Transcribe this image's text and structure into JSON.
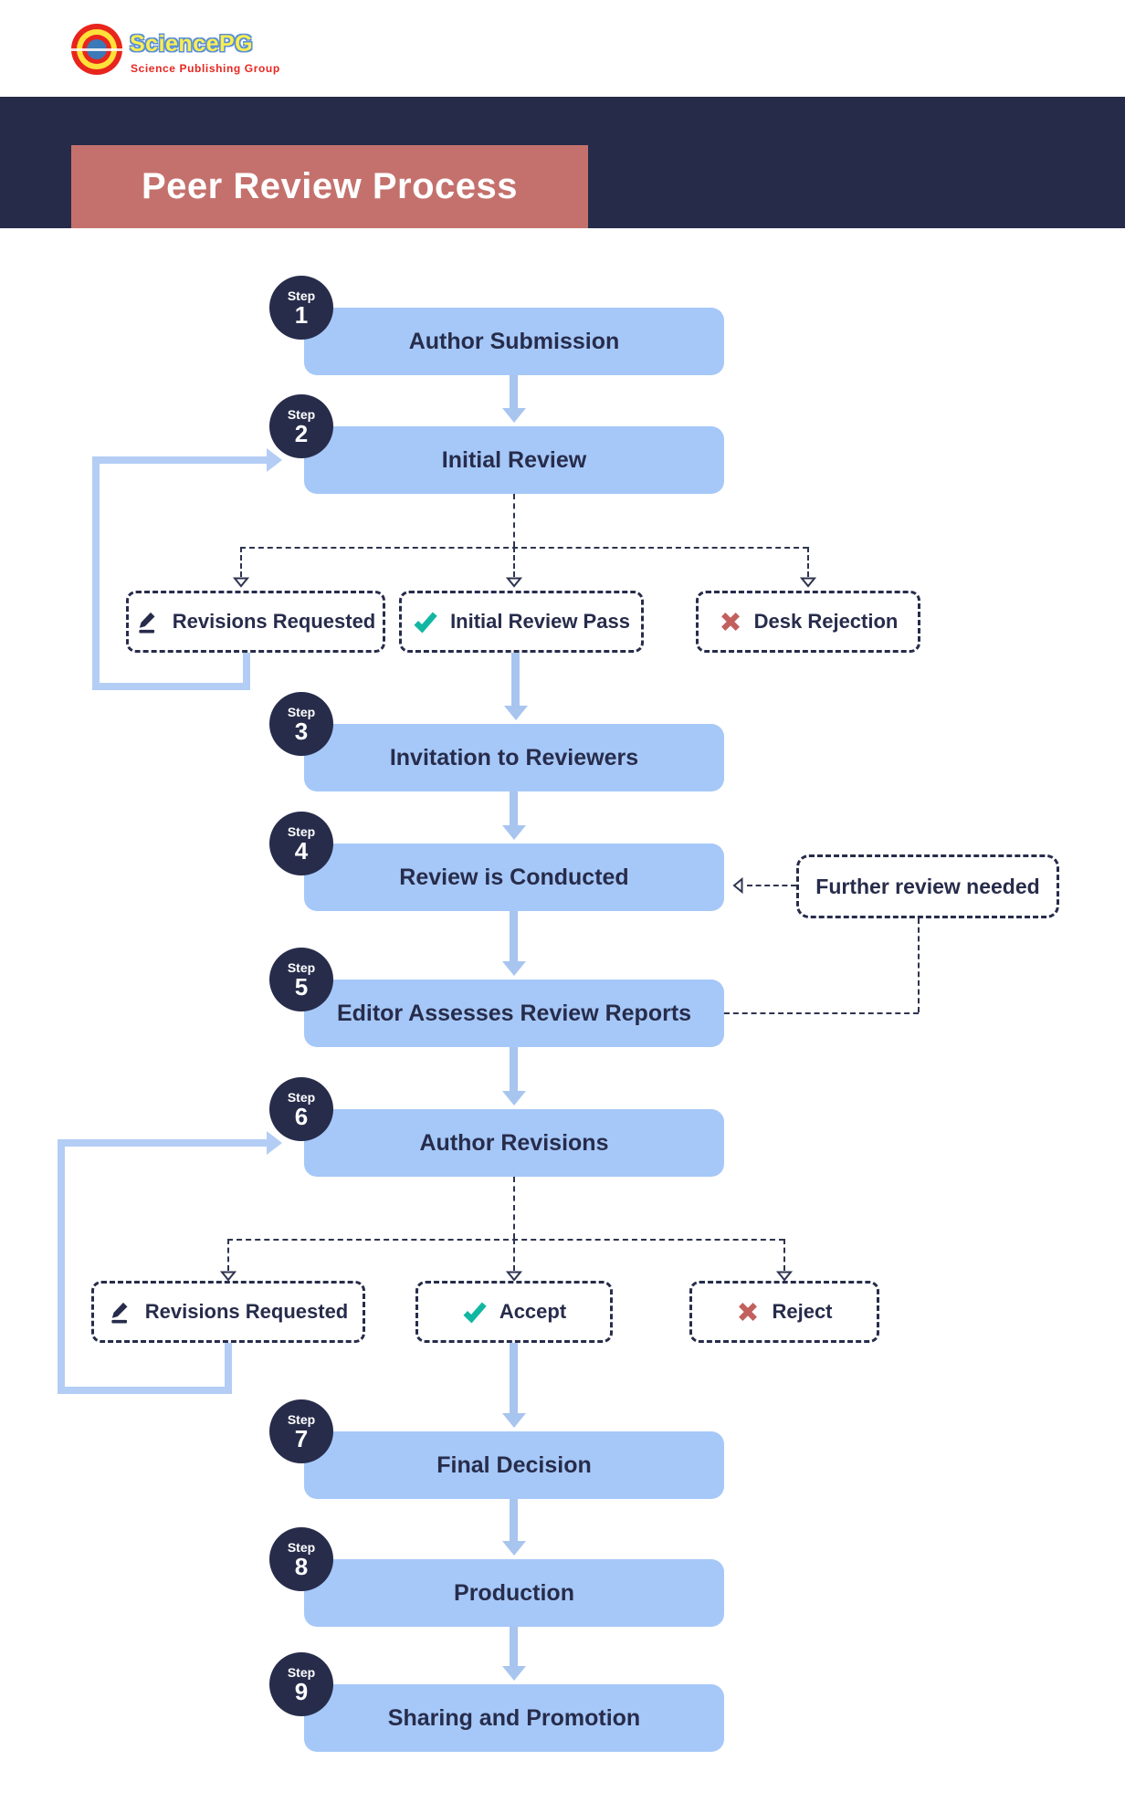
{
  "header": {
    "logo": {
      "name": "SciencePG",
      "subtitle": "Science Publishing Group",
      "icon": "sciencepg-logo-icon"
    },
    "title": "Peer Review Process"
  },
  "steps": [
    {
      "step_label": "Step",
      "number": "1",
      "label": "Author Submission"
    },
    {
      "step_label": "Step",
      "number": "2",
      "label": "Initial Review"
    },
    {
      "step_label": "Step",
      "number": "3",
      "label": "Invitation to Reviewers"
    },
    {
      "step_label": "Step",
      "number": "4",
      "label": "Review is Conducted"
    },
    {
      "step_label": "Step",
      "number": "5",
      "label": "Editor Assesses Review Reports"
    },
    {
      "step_label": "Step",
      "number": "6",
      "label": "Author Revisions"
    },
    {
      "step_label": "Step",
      "number": "7",
      "label": "Final Decision"
    },
    {
      "step_label": "Step",
      "number": "8",
      "label": "Production"
    },
    {
      "step_label": "Step",
      "number": "9",
      "label": "Sharing and Promotion"
    }
  ],
  "decision_row_1": {
    "items": [
      {
        "icon": "pencil-icon",
        "label": "Revisions Requested"
      },
      {
        "icon": "check-icon",
        "label": "Initial Review Pass"
      },
      {
        "icon": "x-icon",
        "label": "Desk Rejection"
      }
    ]
  },
  "decision_row_2": {
    "items": [
      {
        "icon": "pencil-icon",
        "label": "Revisions Requested"
      },
      {
        "icon": "check-icon",
        "label": "Accept"
      },
      {
        "icon": "x-icon",
        "label": "Reject"
      }
    ]
  },
  "side_note": {
    "label": "Further review needed"
  },
  "colors": {
    "navy": "#272c4b",
    "band_navy": "#262b49",
    "title_rose": "#c4716d",
    "box_blue": "#a6c8f8",
    "arrow_blue": "#a8c5f0",
    "loop_blue": "#b3cdf5",
    "check_teal": "#12b7a2",
    "x_red": "#c2605e",
    "logo_yellow": "#f9ee52",
    "logo_red": "#e8251d",
    "logo_blue": "#3c79b8"
  }
}
